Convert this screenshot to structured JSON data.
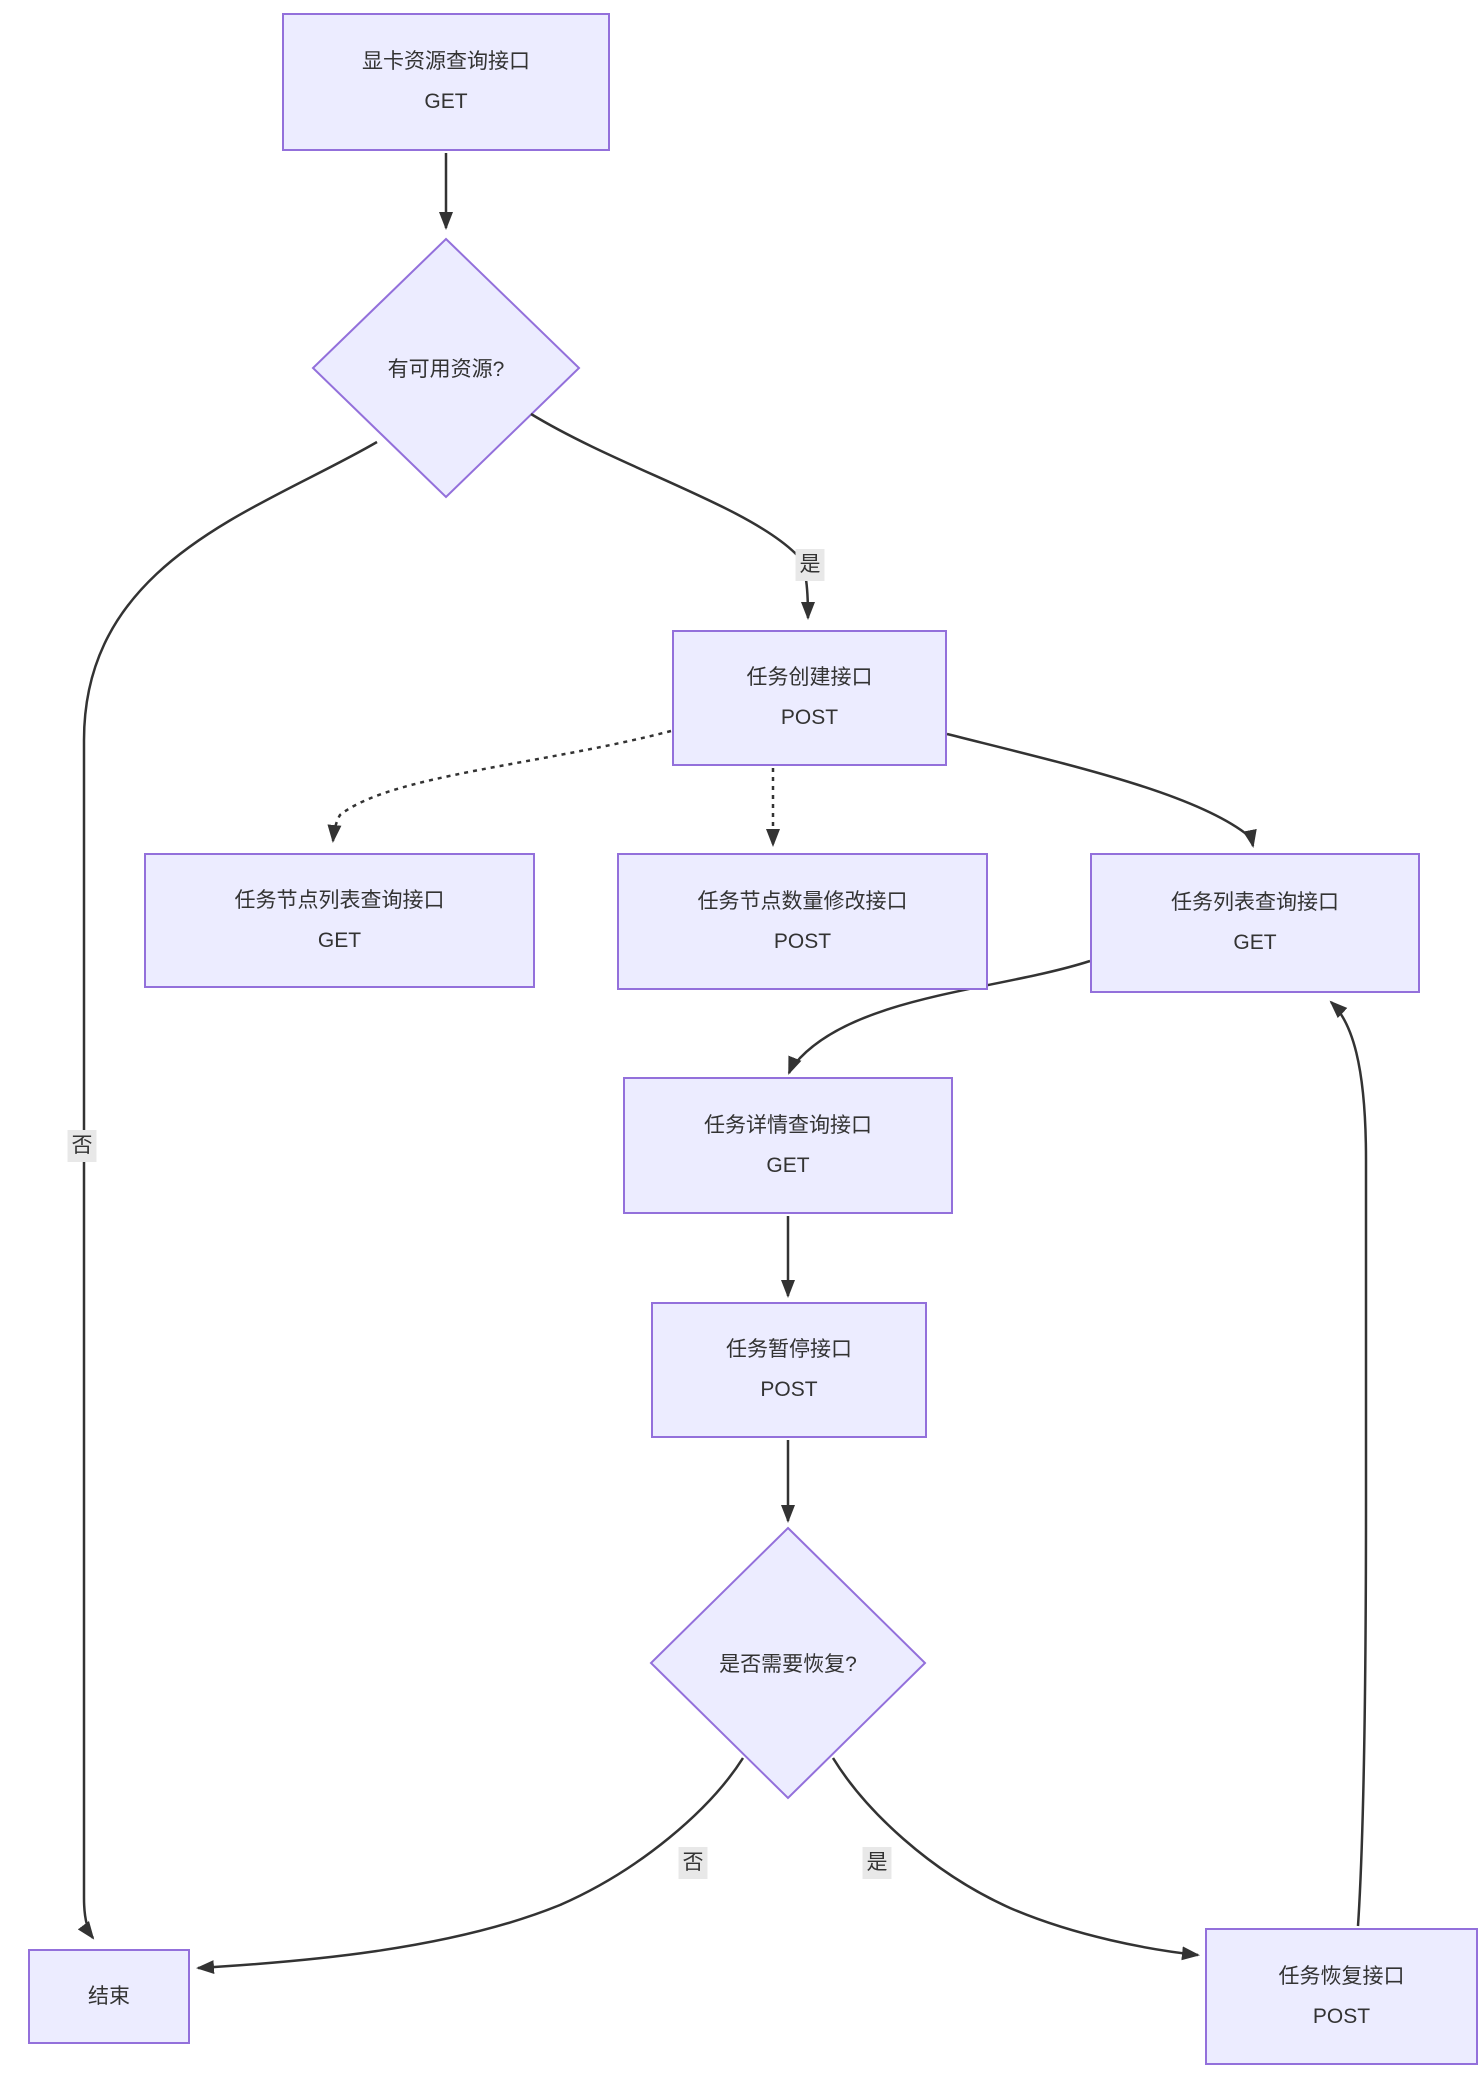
{
  "diagram": {
    "title": "API flowchart",
    "colors": {
      "node_fill": "#ECECFF",
      "node_border": "#9370DB",
      "edge_line": "#333333",
      "text": "#333333",
      "edge_label_bg": "#e8e8e8"
    },
    "nodes": {
      "gpu_query": {
        "label": "显卡资源查询接口",
        "method": "GET"
      },
      "has_resource": {
        "label": "有可用资源?"
      },
      "task_create": {
        "label": "任务创建接口",
        "method": "POST"
      },
      "node_list": {
        "label": "任务节点列表查询接口",
        "method": "GET"
      },
      "node_count": {
        "label": "任务节点数量修改接口",
        "method": "POST"
      },
      "task_list": {
        "label": "任务列表查询接口",
        "method": "GET"
      },
      "task_detail": {
        "label": "任务详情查询接口",
        "method": "GET"
      },
      "task_pause": {
        "label": "任务暂停接口",
        "method": "POST"
      },
      "need_resume": {
        "label": "是否需要恢复?"
      },
      "end": {
        "label": "结束"
      },
      "task_resume": {
        "label": "任务恢复接口",
        "method": "POST"
      }
    },
    "edge_labels": {
      "yes1": "是",
      "no1": "否",
      "no2": "否",
      "yes2": "是"
    }
  }
}
